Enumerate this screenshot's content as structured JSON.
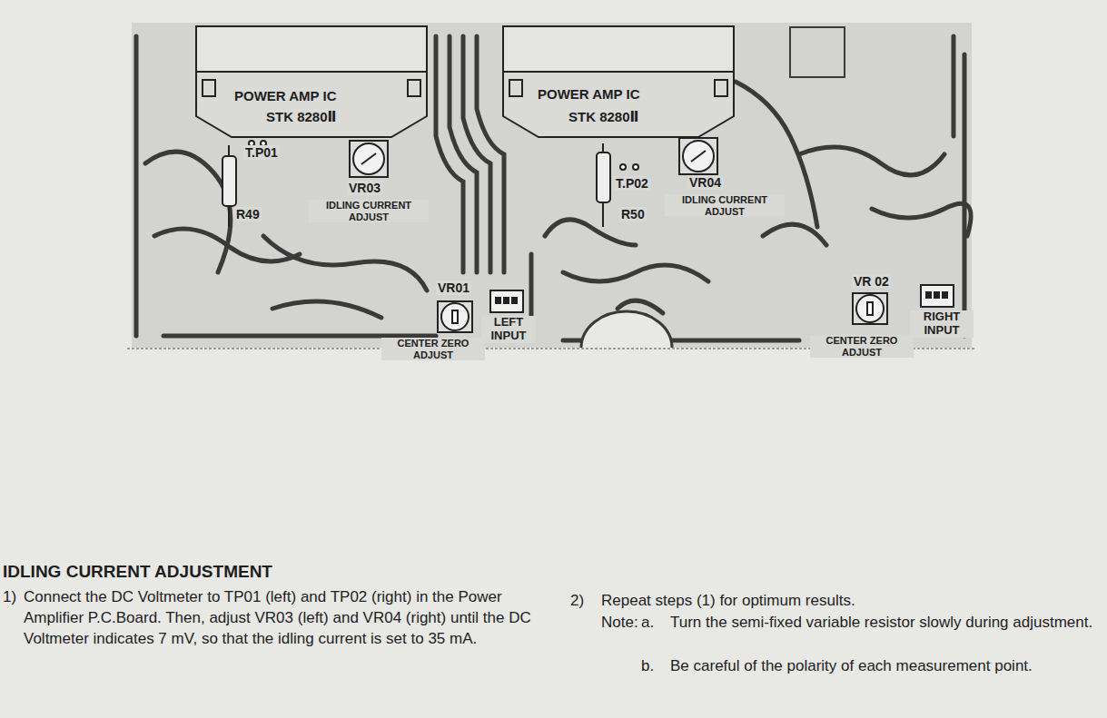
{
  "diagram": {
    "title": "IDLING CURRENT ADJUSTMENT",
    "nodes": [
      {
        "text": [
          "POWER AMP IC",
          "STK 8280Ⅱ"
        ]
      },
      {
        "text": [
          "POWER AMP IC",
          "STK 8280Ⅱ"
        ]
      }
    ],
    "labels": [
      "T.P01",
      "VR03",
      "IDLING CURRENT ADJUST",
      "R49",
      "VR01",
      "LEFT INPUT",
      "CENTER ZERO ADJUST",
      "T.P02",
      "VR04",
      "IDLING CURRENT ADJUST",
      "R50",
      "VR 02",
      "RIGHT INPUT",
      "CENTER ZERO ADJUST",
      "1)",
      "Connect the DC Voltmeter to TP01 (left) and TP02 (right) in the Power Amplifier P.C.Board. Then, adjust VR03 (left) and VR04 (right) until the DC Voltmeter indicates 7 mV, so that the idling current is set to 35 mA.",
      "2)",
      "Repeat steps (1) for optimum results.",
      "Note:",
      "a.",
      "Turn the semi-fixed variable resistor slowly during adjustment.",
      "b.",
      "Be careful of the polarity of each measurement point."
    ]
  }
}
